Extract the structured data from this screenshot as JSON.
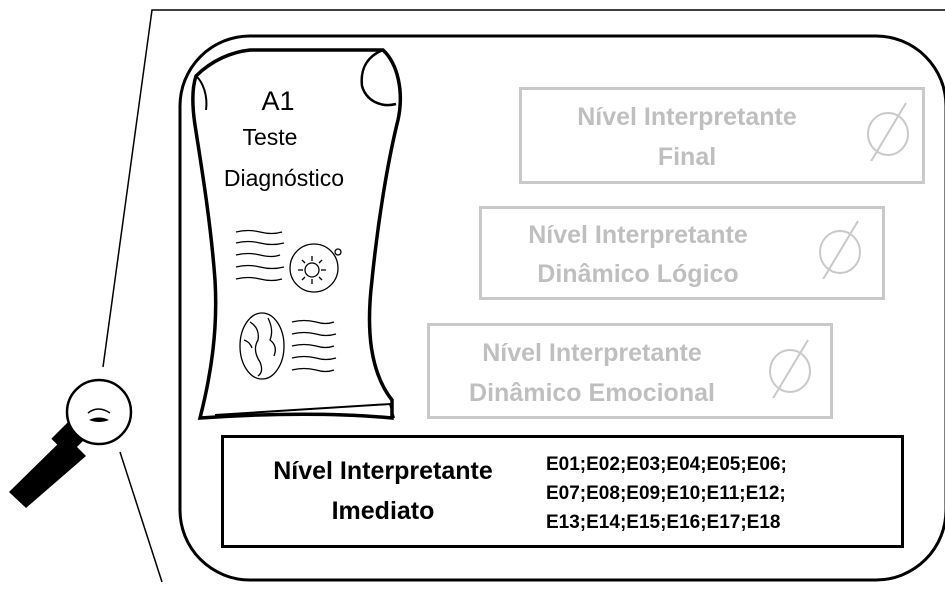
{
  "document": {
    "id": "A1",
    "line1": "Teste",
    "line2": "Diagnóstico"
  },
  "levels": [
    {
      "line1": "Nível Interpretante",
      "line2": "Final",
      "value": "∅"
    },
    {
      "line1": "Nível Interpretante",
      "line2": "Dinâmico Lógico",
      "value": "∅"
    },
    {
      "line1": "Nível Interpretante",
      "line2": "Dinâmico Emocional",
      "value": "∅"
    }
  ],
  "immediate": {
    "line1": "Nível Interpretante",
    "line2": "Imediato",
    "codes": [
      "E01;E02;E03;E04;E05;E06;",
      "E07;E08;E09;E10;E11;E12;",
      "E13;E14;E15;E16;E17;E18"
    ]
  },
  "icons": {
    "magnifier": "magnifying-glass-eye-icon",
    "sun": "sun-icon",
    "globe": "globe-icon",
    "empty_set": "empty-set-icon"
  }
}
